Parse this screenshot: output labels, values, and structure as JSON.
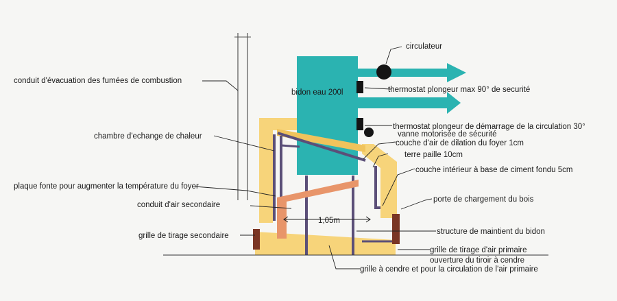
{
  "labels": {
    "flue": "conduit d'évacuation des fumées de combustion",
    "exchange_chamber": "chambre d'echange de chaleur",
    "cast_iron_plate": "plaque fonte pour augmenter la température du foyer",
    "secondary_air_duct": "conduit d'air secondaire",
    "secondary_draft_grate": "grille de tirage secondaire",
    "circulator": "circulateur",
    "tank": "bidon eau 200l",
    "thermostat_max": "thermostat plongeur max 90° de securité",
    "thermostat_start": "thermostat plongeur de démarrage de la circulation 30°",
    "motorized_valve": "vanne motorisée de sécurité",
    "air_gap": "couche d'air de dilation du foyer 1cm",
    "straw_clay": "terre paille 10cm",
    "cement_layer": "couche intérieur à base de ciment fondu 5cm",
    "loading_door": "porte de chargement du bois",
    "dimension": "1,05m",
    "tank_structure": "structure de maintient du bidon",
    "primary_draft_grate": "grille de tirage d'air primaire",
    "ash_drawer": "ouverture du tiroir à cendre",
    "ash_grate": "grille à cendre et pour la circulation de l'air primaire"
  },
  "colors": {
    "tank": "#2bb3b1",
    "insulation": "#f7d47a",
    "orange_plate": "#e8956a",
    "steel": "#5b4f78",
    "door": "#7a3524",
    "arrow": "#2bb3b1",
    "pump": "#151515"
  }
}
